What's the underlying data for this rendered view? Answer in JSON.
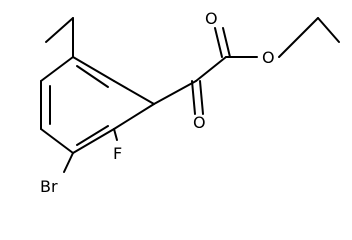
{
  "structure": {
    "atoms": {
      "br": "Br",
      "f": "F",
      "o_ketone": "O",
      "o_ester_carbonyl": "O",
      "o_ester_ether": "O"
    },
    "colors": {
      "bond": "#000000",
      "label": "#000000",
      "background": "#ffffff"
    }
  }
}
